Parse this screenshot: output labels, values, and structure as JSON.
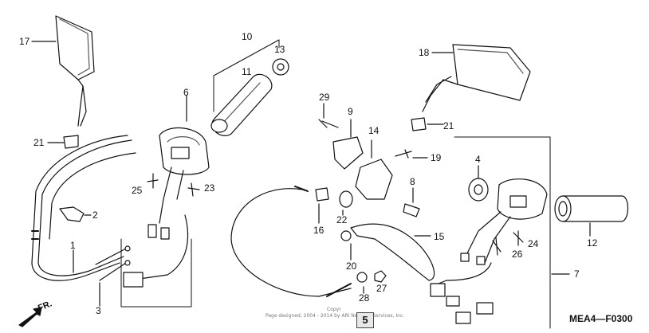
{
  "diagram": {
    "code": "MEA4—F0300",
    "front_label": "FR.",
    "page_box": "5",
    "copyright_line1": "Copyr",
    "copyright_line2": "Page designed, 2004 - 2014 by ARI Network Services, Inc.",
    "callouts": {
      "c17": "17",
      "c21a": "21",
      "c2": "2",
      "c1": "1",
      "c3": "3",
      "c6": "6",
      "c25": "25",
      "c23": "23",
      "c10": "10",
      "c11": "11",
      "c13": "13",
      "c29": "29",
      "c9": "9",
      "c14": "14",
      "c19": "19",
      "c8": "8",
      "c22": "22",
      "c16": "16",
      "c15": "15",
      "c20": "20",
      "c28": "28",
      "c27": "27",
      "c18": "18",
      "c21b": "21",
      "c4": "4",
      "c24": "24",
      "c26": "26",
      "c12": "12",
      "c7": "7"
    }
  }
}
